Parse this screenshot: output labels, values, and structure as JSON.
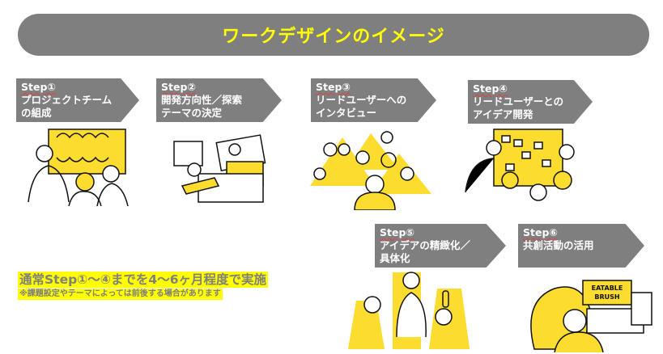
{
  "title": "ワークデザインのイメージ",
  "steps": [
    {
      "label": "Step①",
      "text": "プロジェクトチーム",
      "text2": "の組成"
    },
    {
      "label": "Step②",
      "text": "開発方向性／探索",
      "text2": "テーマの決定"
    },
    {
      "label": "Step③",
      "text": "リードユーザーへの",
      "text2": "インタビュー"
    },
    {
      "label": "Step④",
      "text": "リードユーザーとの",
      "text2": "アイデア開発"
    },
    {
      "label": "Step⑤",
      "text": "アイデアの精緻化／",
      "text2": "具体化"
    },
    {
      "label": "Step⑥",
      "text": "共創活動の活用",
      "text2": ""
    }
  ],
  "note_main": "通常Step①～④までを4～6ヶ月程度で実施",
  "note_sub": "※課題設定やテーマによっては前後する場合があります",
  "illustration_text": {
    "line1": "EATABLE",
    "line2": "BRUSH"
  },
  "colors": {
    "gray": "#7f7f7f",
    "yellow": "#ffff00",
    "illustration_yellow": "#fcdc2e"
  }
}
